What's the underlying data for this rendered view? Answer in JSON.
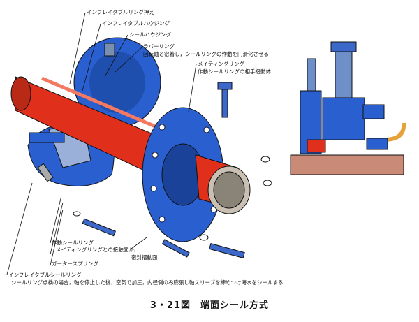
{
  "labels": {
    "l1": "インフレイタブルリング押え",
    "l2": "インフレイタブルハウジング",
    "l3": "シールハウジング",
    "l4": "ラバーリング",
    "l4b": "回転軸と密着し，シールリングの作動を円滑化させる",
    "l5": "メイティングリング",
    "l5b": "作動シールリングの相手摺動体",
    "l6": "作動シールリング",
    "l7": "メイティングリングとの接触面が，",
    "l7b": "密封摺動面",
    "l8": "ガータースプリング",
    "l9": "インフレイタブルシールリング",
    "l9b": "シールリング点検の場合，軸を停止した後，空気で加圧，内径側のみ膨張し軸スリーブを締めつけ海水をシールする"
  },
  "caption": "3・21図　端面シール方式",
  "colors": {
    "seal_blue": "#2a5fd0",
    "shaft_red": "#e0301c",
    "base_pink": "#c98a78",
    "line": "#111111"
  }
}
